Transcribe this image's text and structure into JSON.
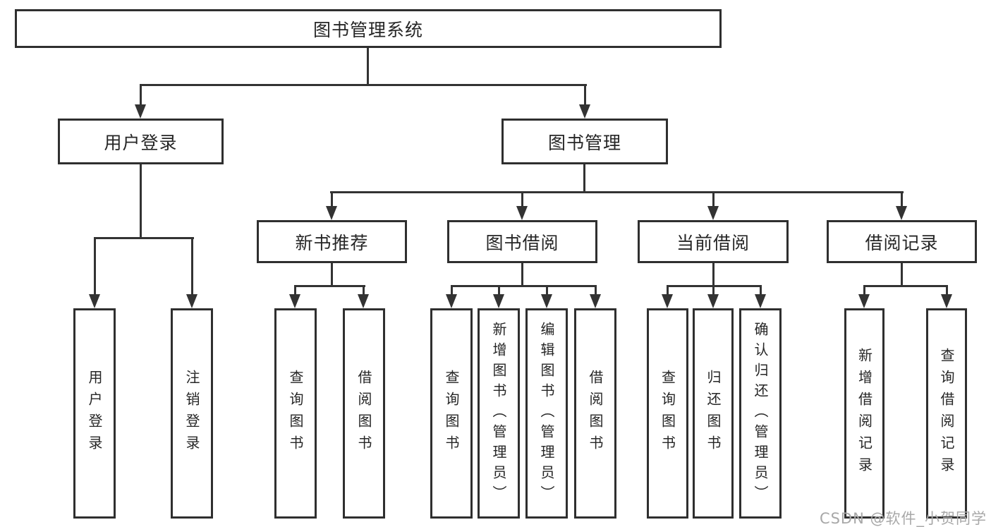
{
  "tree": {
    "root": {
      "label": "图书管理系统"
    },
    "branches": [
      {
        "label": "用户登录",
        "children": [
          "用户登录",
          "注销登录"
        ]
      },
      {
        "label": "图书管理",
        "groups": [
          {
            "label": "新书推荐",
            "children": [
              "查询图书",
              "借阅图书"
            ]
          },
          {
            "label": "图书借阅",
            "children": [
              "查询图书",
              "新增图书（管理员）",
              "编辑图书（管理员）",
              "借阅图书"
            ]
          },
          {
            "label": "当前借阅",
            "children": [
              "查询图书",
              "归还图书",
              "确认归还（管理员）"
            ]
          },
          {
            "label": "借阅记录",
            "children": [
              "新增借阅记录",
              "查询借阅记录"
            ]
          }
        ]
      }
    ]
  },
  "watermark": {
    "text": "CSDN @软件_小贺同学",
    "color": "#a8a8a8"
  },
  "colors": {
    "line": "#333333",
    "node_border": "#2f2f2f",
    "text": "#262626",
    "background": "#ffffff"
  }
}
